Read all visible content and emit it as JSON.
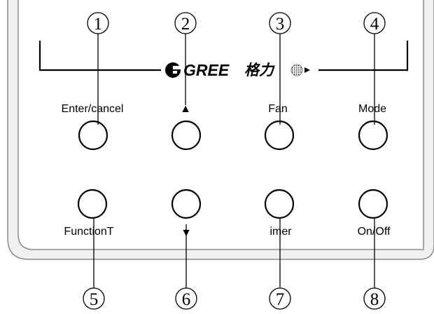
{
  "brand": {
    "logo_text": "GREE",
    "logo_cjk": "格力"
  },
  "buttons": [
    {
      "id": "1",
      "callout": "①",
      "label": "Enter/cancel",
      "symbol": ""
    },
    {
      "id": "2",
      "callout": "②",
      "label": "",
      "symbol": "▲"
    },
    {
      "id": "3",
      "callout": "③",
      "label": "Fan",
      "symbol": ""
    },
    {
      "id": "4",
      "callout": "④",
      "label": "Mode",
      "symbol": ""
    },
    {
      "id": "5",
      "callout": "⑤",
      "label": "FunctionT",
      "symbol": ""
    },
    {
      "id": "6",
      "callout": "⑥",
      "label": "",
      "symbol": "▼"
    },
    {
      "id": "7",
      "callout": "⑦",
      "label": "imer",
      "symbol": ""
    },
    {
      "id": "8",
      "callout": "⑧",
      "label": "On/Off",
      "symbol": ""
    }
  ],
  "colors": {
    "line": "#000000",
    "panel_edge": "#9a9a9a",
    "panel_fill": "#ffffff",
    "panel_shadow": "#e8e8e8"
  }
}
